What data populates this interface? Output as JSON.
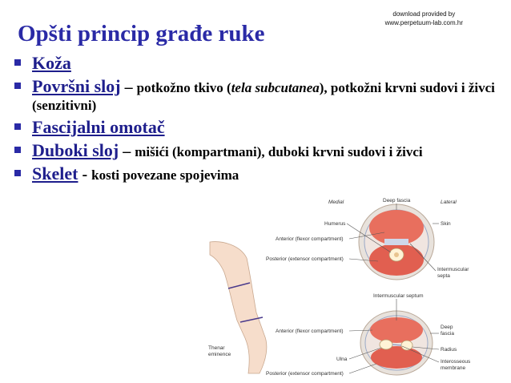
{
  "credit": {
    "line1": "download provided by",
    "line2": "www.perpetuum-lab.com.hr"
  },
  "title": "Opšti princip građe ruke",
  "bullets": [
    {
      "term": "Koža"
    },
    {
      "term": "Površni sloj",
      "dash": " – ",
      "desc_a": "potkožno tkivo (",
      "desc_italic": "tela subcutanea",
      "desc_b": "), potkožni krvni sudovi i živci (senzitivni)"
    },
    {
      "term": "Fascijalni omotač"
    },
    {
      "term": "Duboki sloj",
      "dash": " – ",
      "desc": "mišići (kompartmani), duboki krvni sudovi i živci"
    },
    {
      "term": "Skelet",
      "dash": " - ",
      "desc": "kosti povezane spojevima"
    }
  ],
  "figure": {
    "medial": "Medial",
    "lateral": "Lateral",
    "deep_fascia_top": "Deep fascia",
    "humerus": "Humerus",
    "skin": "Skin",
    "anterior_top": "Anterior (flexor compartment)",
    "posterior_top": "Posterior (extensor compartment)",
    "intermuscular_septa_1": "Intermuscular",
    "intermuscular_septa_2": "septa",
    "intermuscular_septum": "Intermuscular septum",
    "anterior_bottom": "Anterior (flexor compartment)",
    "deep_fascia_bottom_1": "Deep",
    "deep_fascia_bottom_2": "fascia",
    "thenar_1": "Thenar",
    "thenar_2": "eminence",
    "radius": "Radius",
    "ulna": "Ulna",
    "interosseous_1": "Interosseous",
    "interosseous_2": "membrane",
    "posterior_bottom": "Posterior (extensor compartment)"
  }
}
